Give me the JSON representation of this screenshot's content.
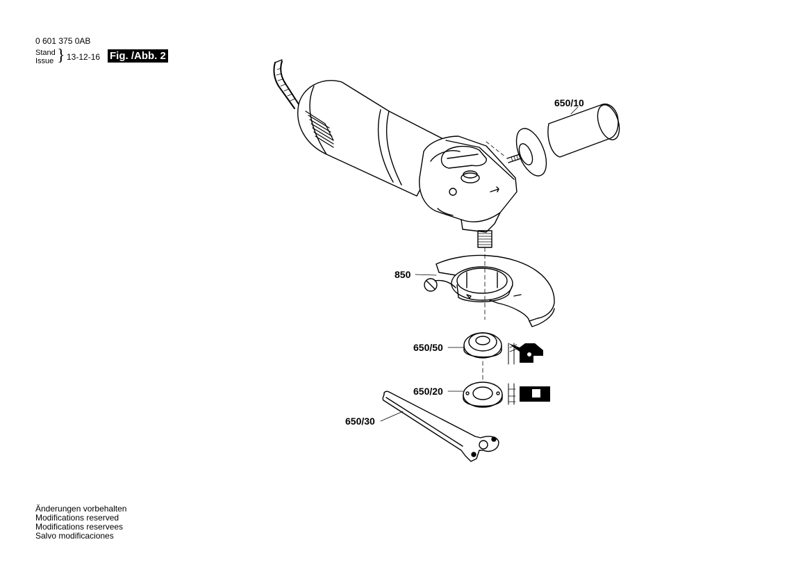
{
  "header": {
    "part_number": "0 601 375 0AB",
    "stand_label": "Stand",
    "issue_label": "Issue",
    "issue_date": "13-12-16",
    "figure_label": "Fig. /Abb. 2"
  },
  "callouts": {
    "side_handle": "650/10",
    "protection_guard": "850",
    "mounting_flange": "650/50",
    "clamping_nut": "650/20",
    "pin_wrench": "650/30"
  },
  "footer_notes": [
    "Änderungen vorbehalten",
    "Modifications reserved",
    "Modifications reservees",
    "Salvo modificaciones"
  ]
}
